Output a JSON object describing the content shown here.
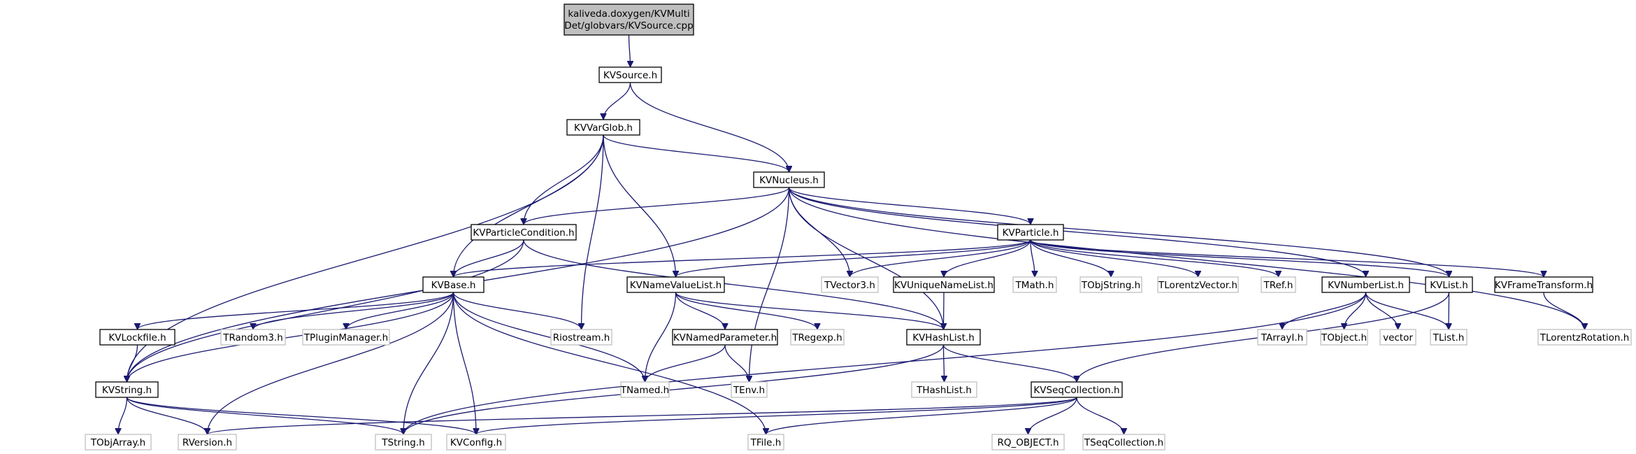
{
  "diagram": {
    "root_label_lines": [
      "kaliveda.doxygen/KVMulti",
      "Det/globvars/KVSource.cpp"
    ],
    "colors": {
      "edge": "#191970",
      "root_fill": "#bfbfbf",
      "doc_border": "#000000",
      "ext_border": "#bfbfbf"
    },
    "nodes": [
      {
        "id": "root",
        "label": "kaliveda.doxygen/KVMultiDet/globvars/KVSource.cpp",
        "kind": "root"
      },
      {
        "id": "KVSource",
        "label": "KVSource.h",
        "kind": "doc"
      },
      {
        "id": "KVVarGlob",
        "label": "KVVarGlob.h",
        "kind": "doc"
      },
      {
        "id": "KVNucleus",
        "label": "KVNucleus.h",
        "kind": "doc"
      },
      {
        "id": "KVParticleCondition",
        "label": "KVParticleCondition.h",
        "kind": "doc"
      },
      {
        "id": "KVParticle",
        "label": "KVParticle.h",
        "kind": "doc"
      },
      {
        "id": "KVBase",
        "label": "KVBase.h",
        "kind": "doc"
      },
      {
        "id": "KVNameValueList",
        "label": "KVNameValueList.h",
        "kind": "doc"
      },
      {
        "id": "TVector3",
        "label": "TVector3.h",
        "kind": "ext"
      },
      {
        "id": "KVUniqueNameList",
        "label": "KVUniqueNameList.h",
        "kind": "doc"
      },
      {
        "id": "TMath",
        "label": "TMath.h",
        "kind": "ext"
      },
      {
        "id": "TObjString",
        "label": "TObjString.h",
        "kind": "ext"
      },
      {
        "id": "TLorentzVector",
        "label": "TLorentzVector.h",
        "kind": "ext"
      },
      {
        "id": "TRef",
        "label": "TRef.h",
        "kind": "ext"
      },
      {
        "id": "KVNumberList",
        "label": "KVNumberList.h",
        "kind": "doc"
      },
      {
        "id": "KVList",
        "label": "KVList.h",
        "kind": "doc"
      },
      {
        "id": "KVFrameTransform",
        "label": "KVFrameTransform.h",
        "kind": "doc"
      },
      {
        "id": "KVLockfile",
        "label": "KVLockfile.h",
        "kind": "doc"
      },
      {
        "id": "TRandom3",
        "label": "TRandom3.h",
        "kind": "ext"
      },
      {
        "id": "TPluginManager",
        "label": "TPluginManager.h",
        "kind": "ext"
      },
      {
        "id": "Riostream",
        "label": "Riostream.h",
        "kind": "ext"
      },
      {
        "id": "KVNamedParameter",
        "label": "KVNamedParameter.h",
        "kind": "doc"
      },
      {
        "id": "TRegexp",
        "label": "TRegexp.h",
        "kind": "ext"
      },
      {
        "id": "KVHashList",
        "label": "KVHashList.h",
        "kind": "doc"
      },
      {
        "id": "TArrayI",
        "label": "TArrayI.h",
        "kind": "ext"
      },
      {
        "id": "TObject",
        "label": "TObject.h",
        "kind": "ext"
      },
      {
        "id": "vector",
        "label": "vector",
        "kind": "ext"
      },
      {
        "id": "TList",
        "label": "TList.h",
        "kind": "ext"
      },
      {
        "id": "TLorentzRotation",
        "label": "TLorentzRotation.h",
        "kind": "ext"
      },
      {
        "id": "KVString",
        "label": "KVString.h",
        "kind": "doc"
      },
      {
        "id": "TNamed",
        "label": "TNamed.h",
        "kind": "ext"
      },
      {
        "id": "TEnv",
        "label": "TEnv.h",
        "kind": "ext"
      },
      {
        "id": "THashList",
        "label": "THashList.h",
        "kind": "ext"
      },
      {
        "id": "KVSeqCollection",
        "label": "KVSeqCollection.h",
        "kind": "doc"
      },
      {
        "id": "TObjArray",
        "label": "TObjArray.h",
        "kind": "ext"
      },
      {
        "id": "RVersion",
        "label": "RVersion.h",
        "kind": "ext"
      },
      {
        "id": "TString",
        "label": "TString.h",
        "kind": "ext"
      },
      {
        "id": "KVConfig",
        "label": "KVConfig.h",
        "kind": "ext"
      },
      {
        "id": "TFile",
        "label": "TFile.h",
        "kind": "ext"
      },
      {
        "id": "RQ_OBJECT",
        "label": "RQ_OBJECT.h",
        "kind": "ext"
      },
      {
        "id": "TSeqCollection",
        "label": "TSeqCollection.h",
        "kind": "ext"
      }
    ],
    "edges": [
      [
        "root",
        "KVSource"
      ],
      [
        "KVSource",
        "KVVarGlob"
      ],
      [
        "KVSource",
        "KVNucleus"
      ],
      [
        "KVVarGlob",
        "KVNucleus"
      ],
      [
        "KVVarGlob",
        "KVParticleCondition"
      ],
      [
        "KVVarGlob",
        "KVBase"
      ],
      [
        "KVVarGlob",
        "KVNameValueList"
      ],
      [
        "KVVarGlob",
        "Riostream"
      ],
      [
        "KVVarGlob",
        "KVString"
      ],
      [
        "KVNucleus",
        "KVParticleCondition"
      ],
      [
        "KVNucleus",
        "KVParticle"
      ],
      [
        "KVNucleus",
        "TVector3"
      ],
      [
        "KVNucleus",
        "KVNumberList"
      ],
      [
        "KVNucleus",
        "KVList"
      ],
      [
        "KVNucleus",
        "TLorentzRotation"
      ],
      [
        "KVNucleus",
        "KVString"
      ],
      [
        "KVNucleus",
        "TEnv"
      ],
      [
        "KVNucleus",
        "KVHashList"
      ],
      [
        "KVParticleCondition",
        "KVBase"
      ],
      [
        "KVParticleCondition",
        "KVHashList"
      ],
      [
        "KVParticleCondition",
        "KVString"
      ],
      [
        "KVParticle",
        "KVBase"
      ],
      [
        "KVParticle",
        "KVNameValueList"
      ],
      [
        "KVParticle",
        "TVector3"
      ],
      [
        "KVParticle",
        "KVUniqueNameList"
      ],
      [
        "KVParticle",
        "TMath"
      ],
      [
        "KVParticle",
        "TObjString"
      ],
      [
        "KVParticle",
        "TLorentzVector"
      ],
      [
        "KVParticle",
        "TRef"
      ],
      [
        "KVParticle",
        "KVList"
      ],
      [
        "KVParticle",
        "KVFrameTransform"
      ],
      [
        "KVBase",
        "KVLockfile"
      ],
      [
        "KVBase",
        "TRandom3"
      ],
      [
        "KVBase",
        "TPluginManager"
      ],
      [
        "KVBase",
        "Riostream"
      ],
      [
        "KVBase",
        "TNamed"
      ],
      [
        "KVBase",
        "RVersion"
      ],
      [
        "KVBase",
        "TString"
      ],
      [
        "KVBase",
        "KVConfig"
      ],
      [
        "KVBase",
        "TFile"
      ],
      [
        "KVBase",
        "KVString"
      ],
      [
        "KVNameValueList",
        "KVNamedParameter"
      ],
      [
        "KVNameValueList",
        "TRegexp"
      ],
      [
        "KVNameValueList",
        "KVHashList"
      ],
      [
        "KVNameValueList",
        "TNamed"
      ],
      [
        "KVUniqueNameList",
        "KVHashList"
      ],
      [
        "KVNumberList",
        "TArrayI"
      ],
      [
        "KVNumberList",
        "TObject"
      ],
      [
        "KVNumberList",
        "vector"
      ],
      [
        "KVNumberList",
        "TList"
      ],
      [
        "KVNumberList",
        "TString"
      ],
      [
        "KVList",
        "TList"
      ],
      [
        "KVList",
        "KVSeqCollection"
      ],
      [
        "KVFrameTransform",
        "TLorentzRotation"
      ],
      [
        "KVLockfile",
        "KVString"
      ],
      [
        "KVNamedParameter",
        "TNamed"
      ],
      [
        "KVNamedParameter",
        "TEnv"
      ],
      [
        "KVHashList",
        "THashList"
      ],
      [
        "KVHashList",
        "KVSeqCollection"
      ],
      [
        "KVHashList",
        "TString"
      ],
      [
        "KVSeqCollection",
        "RQ_OBJECT"
      ],
      [
        "KVSeqCollection",
        "TSeqCollection"
      ],
      [
        "KVSeqCollection",
        "TFile"
      ],
      [
        "KVSeqCollection",
        "KVConfig"
      ],
      [
        "KVSeqCollection",
        "RVersion"
      ],
      [
        "KVString",
        "TObjArray"
      ],
      [
        "KVString",
        "RVersion"
      ],
      [
        "KVString",
        "TString"
      ],
      [
        "KVString",
        "KVConfig"
      ]
    ]
  }
}
